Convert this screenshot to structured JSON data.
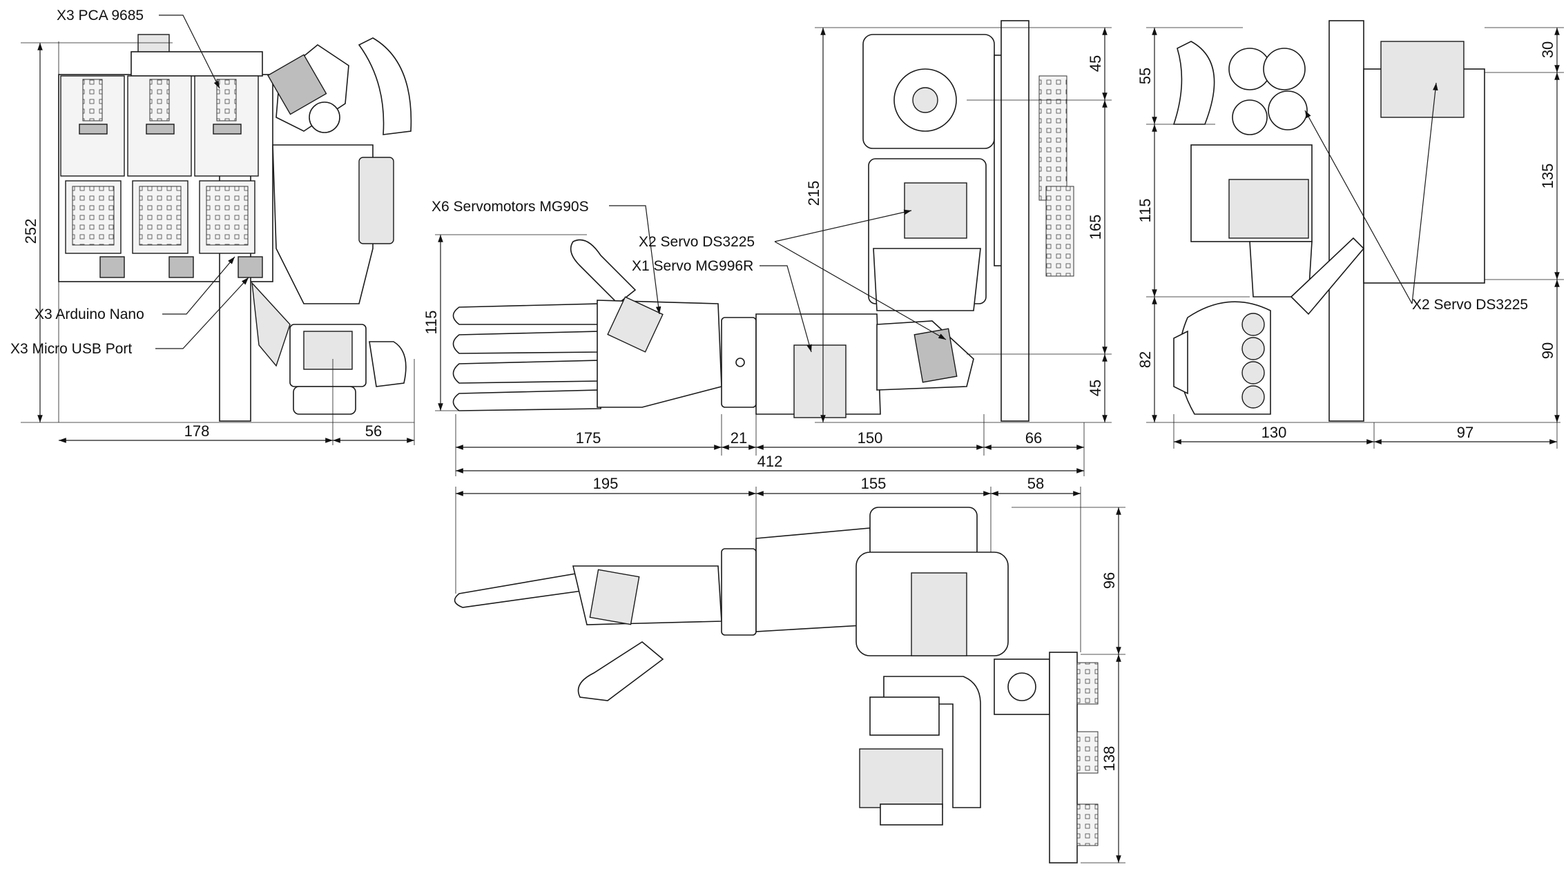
{
  "callouts": {
    "pca": "X3 PCA 9685",
    "arduino": "X3 Arduino Nano",
    "usb": "X3 Micro USB Port",
    "mg90s": "X6 Servomotors MG90S",
    "ds3225_mid": "X2 Servo DS3225",
    "mg996r": "X1 Servo MG996R",
    "ds3225_right": "X2 Servo DS3225"
  },
  "dimensions": {
    "left_view": {
      "height_total": "252",
      "width_main": "178",
      "width_side": "56"
    },
    "center_view": {
      "hand_height": "115",
      "upper_total": "215",
      "upper_top": "45",
      "upper_mid": "165",
      "upper_bottom": "45",
      "len_hand": "175",
      "len_wrist": "21",
      "len_forearm": "150",
      "len_shoulder": "66",
      "len_total": "412"
    },
    "right_view": {
      "h_55": "55",
      "h_115": "115",
      "h_82": "82",
      "h_30": "30",
      "h_135": "135",
      "h_90": "90",
      "w_130": "130",
      "w_97": "97"
    },
    "bottom_view": {
      "w_195": "195",
      "w_155": "155",
      "w_58": "58",
      "h_96": "96",
      "h_138": "138"
    }
  }
}
